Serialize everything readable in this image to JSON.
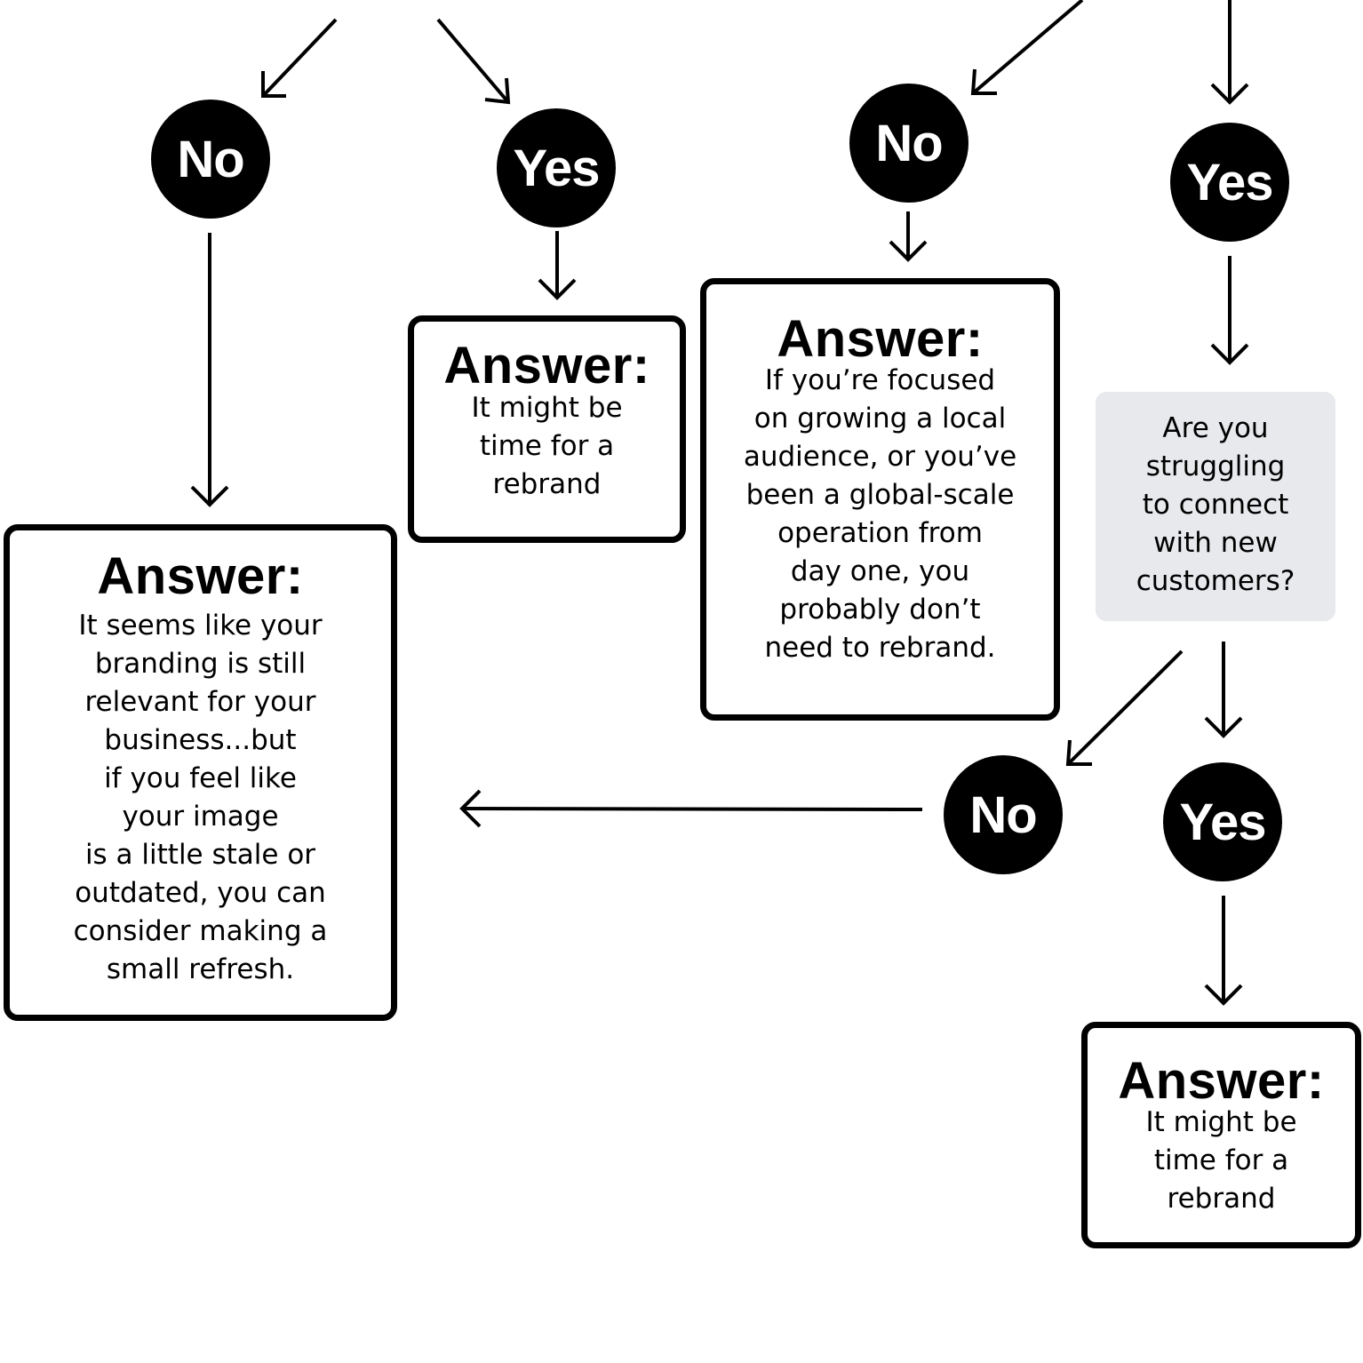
{
  "nodes": {
    "no_label": "No",
    "yes_label": "Yes"
  },
  "answers": {
    "title": "Answer:",
    "left": "It seems like your\nbranding is still\nrelevant for your\nbusiness...but\nif you feel like\nyour image\nis a little stale or\noutdated, you can\nconsider making a\nsmall refresh.",
    "middle": "It might be\ntime for a\nrebrand",
    "center": "If you’re focused\non growing a local\naudience, or you’ve\nbeen a global-scale\noperation from\nday one, you\nprobably don’t\nneed to rebrand.",
    "bottom_right": "It might be\ntime for a\nrebrand"
  },
  "question": {
    "text": "Are you\nstruggling\nto connect\nwith new\ncustomers?",
    "background": "#e7e9ec"
  },
  "colors": {
    "node_fill": "#000000",
    "node_text": "#ffffff",
    "line": "#000000"
  }
}
